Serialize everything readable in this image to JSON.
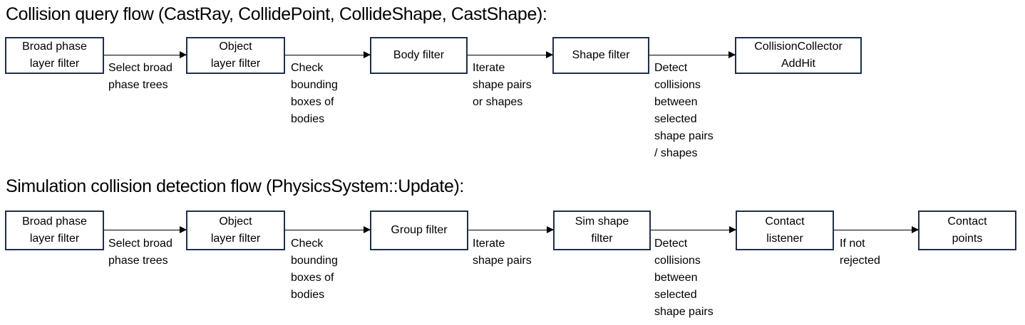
{
  "colors": {
    "background": "#ffffff",
    "box_border": "#1e2f4d",
    "box_fill": "#ffffff",
    "text": "#000000",
    "arrow": "#000000"
  },
  "flow1": {
    "title": "Collision query flow (CastRay, CollidePoint, CollideShape, CastShape):",
    "nodes": [
      "Broad phase\nlayer filter",
      "Object\nlayer filter",
      "Body filter",
      "Shape filter",
      "CollisionCollector\nAddHit"
    ],
    "labels": [
      "Select broad\nphase trees",
      "Check\nbounding\nboxes of\nbodies",
      "Iterate\nshape pairs\nor shapes",
      "Detect\ncollisions\nbetween\nselected\nshape pairs\n/ shapes"
    ]
  },
  "flow2": {
    "title": "Simulation collision detection flow (PhysicsSystem::Update):",
    "nodes": [
      "Broad phase\nlayer filter",
      "Object\nlayer filter",
      "Group filter",
      "Sim shape\nfilter",
      "Contact\nlistener",
      "Contact\npoints"
    ],
    "labels": [
      "Select broad\nphase trees",
      "Check\nbounding\nboxes of\nbodies",
      "Iterate\nshape pairs",
      "Detect\ncollisions\nbetween\nselected\nshape pairs",
      "If not\nrejected"
    ]
  }
}
